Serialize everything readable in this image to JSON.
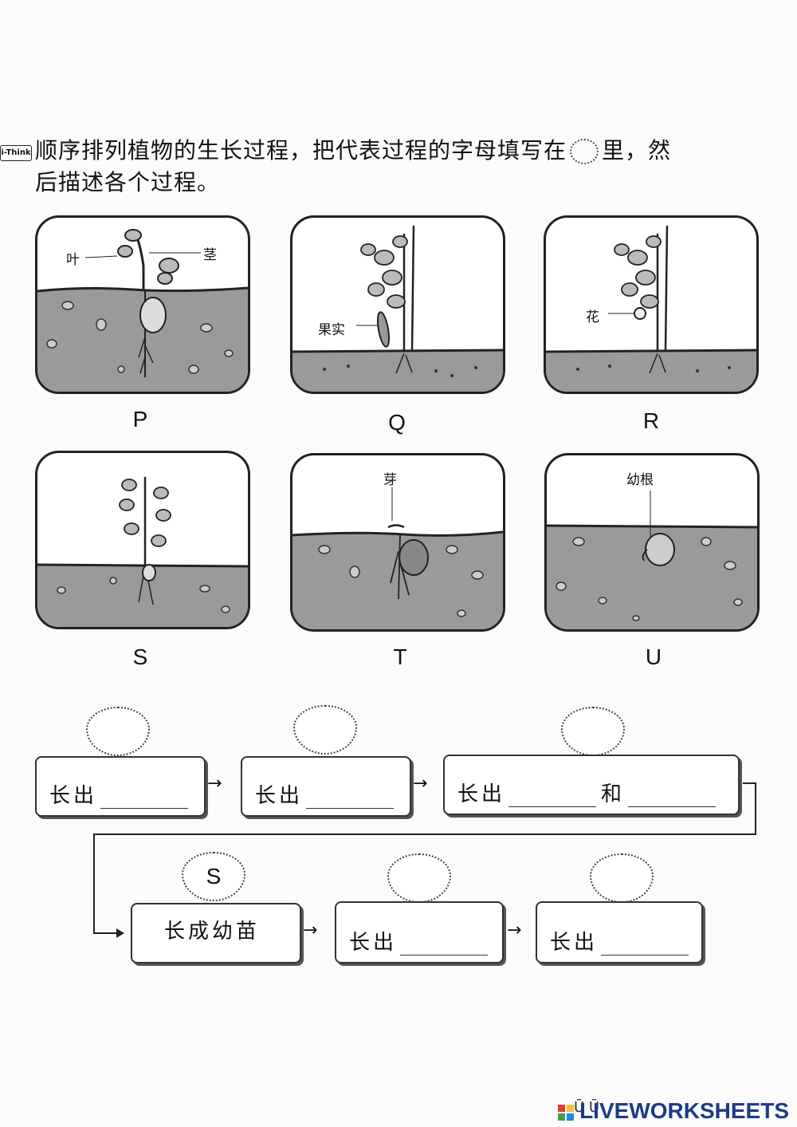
{
  "instruction": {
    "tag": "i-Think",
    "line1_a": "顺序排列植物的生长过程，把代表过程的字母填写在",
    "line1_b": "里，然",
    "line2": "后描述各个过程。"
  },
  "panels": [
    {
      "letter": "P",
      "labels": [
        "叶",
        "茎"
      ]
    },
    {
      "letter": "Q",
      "labels": [
        "果实"
      ]
    },
    {
      "letter": "R",
      "labels": [
        "花"
      ]
    },
    {
      "letter": "S",
      "labels": []
    },
    {
      "letter": "T",
      "labels": [
        "芽"
      ]
    },
    {
      "letter": "U",
      "labels": [
        "幼根"
      ]
    }
  ],
  "flow": {
    "row1": [
      {
        "text": "长出",
        "answer": ""
      },
      {
        "text": "长出",
        "answer": ""
      },
      {
        "text": "长出",
        "text2": "和",
        "answer": ""
      }
    ],
    "row2": [
      {
        "text": "长成幼苗",
        "answer": "S"
      },
      {
        "text": "长出",
        "answer": ""
      },
      {
        "text": "长出",
        "answer": ""
      }
    ]
  },
  "footer": {
    "brand": "LIVEWORKSHEETS",
    "page_mark": "Ū Ū"
  }
}
